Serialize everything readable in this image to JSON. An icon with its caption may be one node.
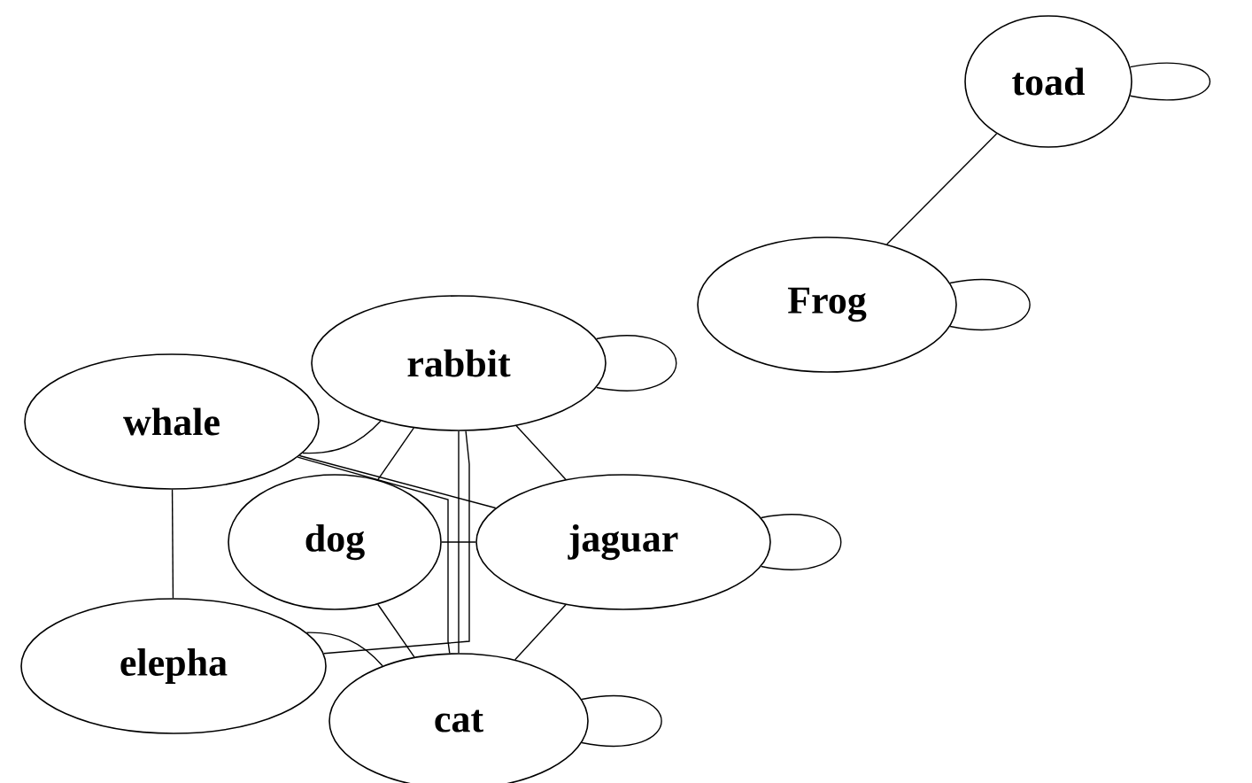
{
  "diagram": {
    "nodes": [
      {
        "text": [
          "toad"
        ]
      },
      {
        "text": [
          "Frog"
        ]
      },
      {
        "text": [
          "rabbit"
        ]
      },
      {
        "text": [
          "whale"
        ]
      },
      {
        "text": [
          "dog"
        ]
      },
      {
        "text": [
          "jaguar"
        ]
      },
      {
        "text": [
          "elepha"
        ]
      },
      {
        "text": [
          "cat"
        ]
      }
    ],
    "edges": [
      {
        "from": 0,
        "to": 0,
        "arrow": "none"
      },
      {
        "from": 0,
        "to": 1,
        "arrow": "none"
      },
      {
        "from": 1,
        "to": 1,
        "arrow": "none"
      },
      {
        "from": 2,
        "to": 2,
        "arrow": "none"
      },
      {
        "from": 3,
        "to": 2,
        "arrow": "none"
      },
      {
        "from": 3,
        "to": 6,
        "arrow": "none"
      },
      {
        "from": 3,
        "to": 7,
        "arrow": "none"
      },
      {
        "from": 3,
        "to": 5,
        "arrow": "none"
      },
      {
        "from": 4,
        "to": 2,
        "arrow": "none"
      },
      {
        "from": 6,
        "to": 2,
        "arrow": "none"
      },
      {
        "from": 2,
        "to": 7,
        "arrow": "none"
      },
      {
        "from": 2,
        "to": 5,
        "arrow": "none"
      },
      {
        "from": 4,
        "to": 5,
        "arrow": "none"
      },
      {
        "from": 5,
        "to": 5,
        "arrow": "none"
      },
      {
        "from": 5,
        "to": 7,
        "arrow": "none"
      },
      {
        "from": 4,
        "to": 7,
        "arrow": "none"
      },
      {
        "from": 6,
        "to": 7,
        "arrow": "none"
      },
      {
        "from": 7,
        "to": 7,
        "arrow": "none"
      }
    ]
  }
}
